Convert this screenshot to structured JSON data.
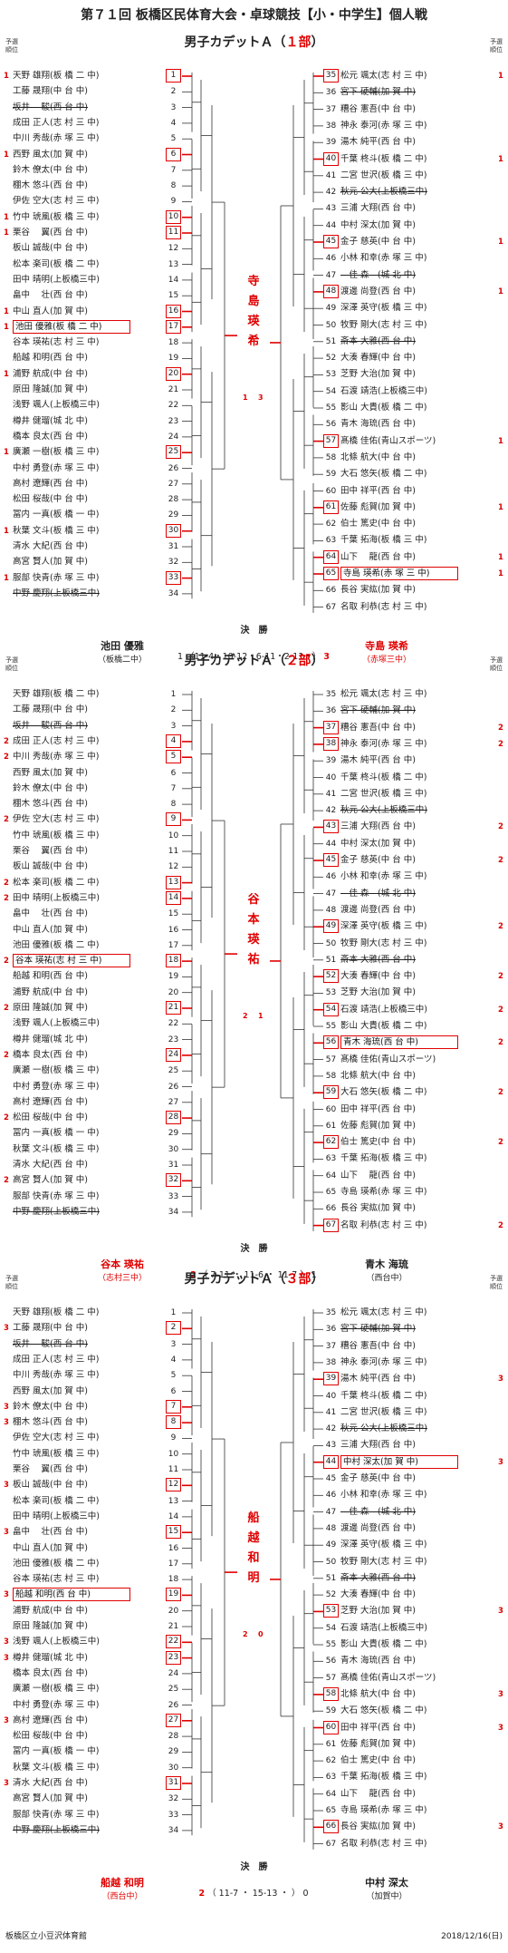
{
  "title": "第７１回 板橋区民体育大会・卓球競技【小・中学生】個人戦",
  "rank_header": "予選\n順位",
  "final_label": "決　勝",
  "footer": {
    "venue": "板橋区立小豆沢体育館",
    "date": "2018/12/16(日)"
  },
  "colors": {
    "accent": "#e00000",
    "line": "#333333"
  },
  "left_players": [
    {
      "num": "1",
      "name": "天野 雄翔(板 橋 二 中)"
    },
    {
      "num": "2",
      "name": "工藤 晟翔(中 台 中)"
    },
    {
      "num": "3",
      "name": "坂井 　駿(西 台 中)",
      "strike": true
    },
    {
      "num": "4",
      "name": "成田 正人(志 村 三 中)"
    },
    {
      "num": "5",
      "name": "中川 秀哉(赤 塚 三 中)"
    },
    {
      "num": "6",
      "name": "西野 風太(加 賀 中)"
    },
    {
      "num": "7",
      "name": "鈴木 僚太(中 台 中)"
    },
    {
      "num": "8",
      "name": "棚木 悠斗(西 台 中)"
    },
    {
      "num": "9",
      "name": "伊佐 空大(志 村 三 中)"
    },
    {
      "num": "10",
      "name": "竹中 琥風(板 橋 三 中)"
    },
    {
      "num": "11",
      "name": "栗谷 　翼(西 台 中)"
    },
    {
      "num": "12",
      "name": "板山 誠哉(中 台 中)"
    },
    {
      "num": "13",
      "name": "松本 楽司(板 橋 二 中)"
    },
    {
      "num": "14",
      "name": "田中 晴明(上板橋三中)"
    },
    {
      "num": "15",
      "name": "畠中 　壮(西 台 中)"
    },
    {
      "num": "16",
      "name": "中山 直人(加 賀 中)"
    },
    {
      "num": "17",
      "name": "池田 優雅(板 橋 二 中)"
    },
    {
      "num": "18",
      "name": "谷本 瑛祐(志 村 三 中)"
    },
    {
      "num": "19",
      "name": "船越 和明(西 台 中)"
    },
    {
      "num": "20",
      "name": "浦野 航成(中 台 中)"
    },
    {
      "num": "21",
      "name": "原田 隆誠(加 賀 中)"
    },
    {
      "num": "22",
      "name": "浅野 颯人(上板橋三中)"
    },
    {
      "num": "23",
      "name": "樽井 健瑠(城 北 中)"
    },
    {
      "num": "24",
      "name": "橋本 良太(西 台 中)"
    },
    {
      "num": "25",
      "name": "廣瀬 一樹(板 橋 三 中)"
    },
    {
      "num": "26",
      "name": "中村 勇登(赤 塚 三 中)"
    },
    {
      "num": "27",
      "name": "高村 遼輝(西 台 中)"
    },
    {
      "num": "28",
      "name": "松田 桜哉(中 台 中)"
    },
    {
      "num": "29",
      "name": "冨内 一真(板 橋 一 中)"
    },
    {
      "num": "30",
      "name": "秋葉 文斗(板 橋 三 中)"
    },
    {
      "num": "31",
      "name": "清水 大紀(西 台 中)"
    },
    {
      "num": "32",
      "name": "高宮 賢人(加 賀 中)"
    },
    {
      "num": "33",
      "name": "服部 快青(赤 塚 三 中)"
    },
    {
      "num": "34",
      "name": "中野 慶翔(上板橋三中)",
      "strike": true
    }
  ],
  "right_players": [
    {
      "num": "35",
      "name": "松元 颯太(志 村 三 中)"
    },
    {
      "num": "36",
      "name": "宮下 硬輔(加 賀 中)",
      "strike": true
    },
    {
      "num": "37",
      "name": "糟谷 憲吾(中 台 中)"
    },
    {
      "num": "38",
      "name": "神永 泰河(赤 塚 三 中)"
    },
    {
      "num": "39",
      "name": "湯木 純平(西 台 中)"
    },
    {
      "num": "40",
      "name": "千葉 柊斗(板 橋 二 中)"
    },
    {
      "num": "41",
      "name": "二宮 世沢(板 橋 三 中)"
    },
    {
      "num": "42",
      "name": "秋元 公大(上板橋三中)",
      "strike": true
    },
    {
      "num": "43",
      "name": "三浦 大翔(西 台 中)"
    },
    {
      "num": "44",
      "name": "中村 深太(加 賀 中)"
    },
    {
      "num": "45",
      "name": "金子 慈英(中 台 中)"
    },
    {
      "num": "46",
      "name": "小林 和幸(赤 塚 三 中)"
    },
    {
      "num": "47",
      "name": "　佳 森　(城 北 中)",
      "strike": true
    },
    {
      "num": "48",
      "name": "渡邊 尚登(西 台 中)"
    },
    {
      "num": "49",
      "name": "深澤 英守(板 橋 三 中)"
    },
    {
      "num": "50",
      "name": "牧野 剛大(志 村 三 中)"
    },
    {
      "num": "51",
      "name": "斎本 大雅(西 台 中)",
      "strike": true
    },
    {
      "num": "52",
      "name": "大湊 春輝(中 台 中)"
    },
    {
      "num": "53",
      "name": "芝野 大治(加 賀 中)"
    },
    {
      "num": "54",
      "name": "石渡 靖浩(上板橋三中)"
    },
    {
      "num": "55",
      "name": "影山 大貴(板 橋 二 中)"
    },
    {
      "num": "56",
      "name": "青木 海琉(西 台 中)"
    },
    {
      "num": "57",
      "name": "髙橋 佳佑(青山スポーツ)"
    },
    {
      "num": "58",
      "name": "北條 航大(中 台 中)"
    },
    {
      "num": "59",
      "name": "大石 悠矢(板 橋 二 中)"
    },
    {
      "num": "60",
      "name": "田中 祥平(西 台 中)"
    },
    {
      "num": "61",
      "name": "佐藤 彪賀(加 賀 中)"
    },
    {
      "num": "62",
      "name": "伯士 篤史(中 台 中)"
    },
    {
      "num": "63",
      "name": "千葉 拓海(板 橋 三 中)"
    },
    {
      "num": "64",
      "name": "山下 　龍(西 台 中)"
    },
    {
      "num": "65",
      "name": "寺島 瑛希(赤 塚 三 中)"
    },
    {
      "num": "66",
      "name": "長谷 実紘(加 賀 中)"
    },
    {
      "num": "67",
      "name": "名取 利恭(志 村 三 中)"
    }
  ],
  "sections": [
    {
      "label_prefix": "男子カデットＡ（",
      "label_part": "１部",
      "label_suffix": "）",
      "champion": "寺島 瑛希",
      "champ_score_left": "1",
      "champ_score_right": "3",
      "left_ranks": {
        "1": "1",
        "6": "1",
        "10": "1",
        "11": "1",
        "16": "1",
        "17": "1",
        "20": "1",
        "25": "1",
        "30": "1",
        "33": "1"
      },
      "left_highlight": [
        "1",
        "6",
        "10",
        "11",
        "16",
        "17",
        "20",
        "25",
        "30",
        "33"
      ],
      "left_name_highlight": [
        "17"
      ],
      "right_ranks": {
        "35": "1",
        "40": "1",
        "45": "1",
        "48": "1",
        "57": "1",
        "61": "1",
        "64": "1",
        "65": "1"
      },
      "right_highlight": [
        "35",
        "40",
        "45",
        "48",
        "57",
        "61",
        "64",
        "65"
      ],
      "right_name_highlight": [
        "65"
      ],
      "final": {
        "left_name": "池田 優雅",
        "left_school": "（板橋二中）",
        "right_name": "寺島 瑛希",
        "right_school": "（赤塚三中）",
        "left_win": false,
        "score_left": "1",
        "detail": "（11-4・10-12・6-11・2-11・）",
        "score_right": "3"
      }
    },
    {
      "label_prefix": "男子カデットＡ（",
      "label_part": "２部",
      "label_suffix": "）",
      "champion": "谷本 瑛祐",
      "champ_score_left": "2",
      "champ_score_right": "1",
      "left_ranks": {
        "4": "2",
        "5": "2",
        "9": "2",
        "13": "2",
        "14": "2",
        "18": "2",
        "21": "2",
        "24": "2",
        "28": "2",
        "32": "2"
      },
      "left_highlight": [
        "4",
        "5",
        "9",
        "13",
        "14",
        "18",
        "21",
        "24",
        "28",
        "32"
      ],
      "left_name_highlight": [
        "18"
      ],
      "right_ranks": {
        "37": "2",
        "38": "2",
        "43": "2",
        "45": "2",
        "49": "2",
        "52": "2",
        "54": "2",
        "56": "2",
        "59": "2",
        "62": "2",
        "67": "2"
      },
      "right_highlight": [
        "37",
        "38",
        "43",
        "45",
        "49",
        "52",
        "54",
        "56",
        "59",
        "62",
        "67"
      ],
      "right_name_highlight": [
        "56"
      ],
      "final": {
        "left_name": "谷本 瑛祐",
        "left_school": "（志村三中）",
        "right_name": "青木 海琉",
        "right_school": "（西台中）",
        "left_win": true,
        "score_left": "2",
        "detail": "（ 7-11 ・ 11-6 ・ 11-7 ）",
        "score_right": "1"
      }
    },
    {
      "label_prefix": "男子カデットＡ（",
      "label_part": "３部",
      "label_suffix": "）",
      "champion": "船越 和明",
      "champ_score_left": "2",
      "champ_score_right": "0",
      "left_ranks": {
        "2": "3",
        "7": "3",
        "8": "3",
        "12": "3",
        "15": "3",
        "19": "3",
        "22": "3",
        "23": "3",
        "27": "3",
        "31": "3"
      },
      "left_highlight": [
        "2",
        "7",
        "8",
        "12",
        "15",
        "19",
        "22",
        "23",
        "27",
        "31"
      ],
      "left_name_highlight": [
        "19"
      ],
      "right_ranks": {
        "39": "3",
        "44": "3",
        "53": "3",
        "58": "3",
        "60": "3",
        "66": "3"
      },
      "right_highlight": [
        "39",
        "44",
        "53",
        "58",
        "60",
        "66"
      ],
      "right_name_highlight": [
        "44"
      ],
      "final": {
        "left_name": "船越 和明",
        "left_school": "（西台中）",
        "right_name": "中村 深太",
        "right_school": "（加賀中）",
        "left_win": true,
        "score_left": "2",
        "detail": "（ 11-7 ・ 15-13 ・ ）",
        "score_right": "0"
      }
    }
  ]
}
